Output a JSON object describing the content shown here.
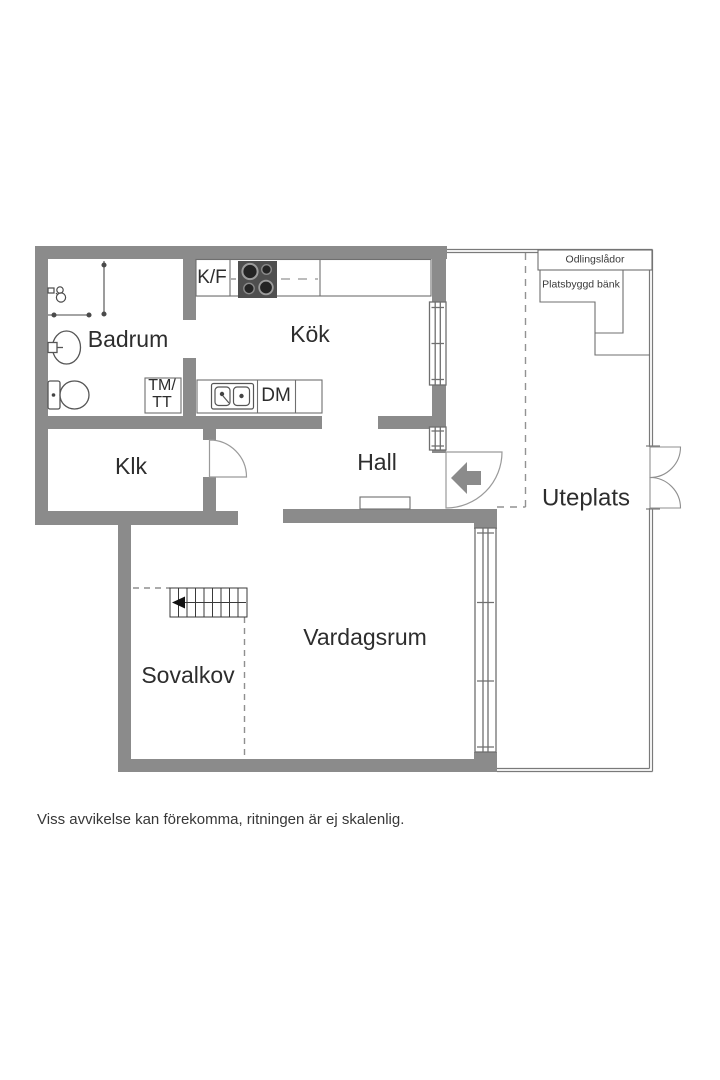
{
  "floor_plan": {
    "rooms": {
      "badrum": "Badrum",
      "kok": "Kök",
      "klk": "Klk",
      "hall": "Hall",
      "uteplats": "Uteplats",
      "vardagsrum": "Vardagsrum",
      "sovalkov": "Sovalkov"
    },
    "appliances": {
      "kf": "K/F",
      "dm": "DM",
      "tm": "TM/",
      "tt": "TT"
    },
    "annotations": {
      "odlingslador": "Odlingslådor",
      "platsbyggd_bank": "Platsbyggd bänk"
    },
    "caption": "Viss avvikelse kan förekomma, ritningen är ej skalenlig.",
    "colors": {
      "wall_gray": "#8b8b8b",
      "thin_line": "#6f6f6f",
      "patio_line": "#7a7a7a",
      "dashed_line": "#929292",
      "stove_body": "#4f4f4f",
      "burner": "#242424",
      "burner_ring": "#9c9c9c",
      "text": "#2d2d2d",
      "door_arrow": "#8b8b8b"
    }
  }
}
